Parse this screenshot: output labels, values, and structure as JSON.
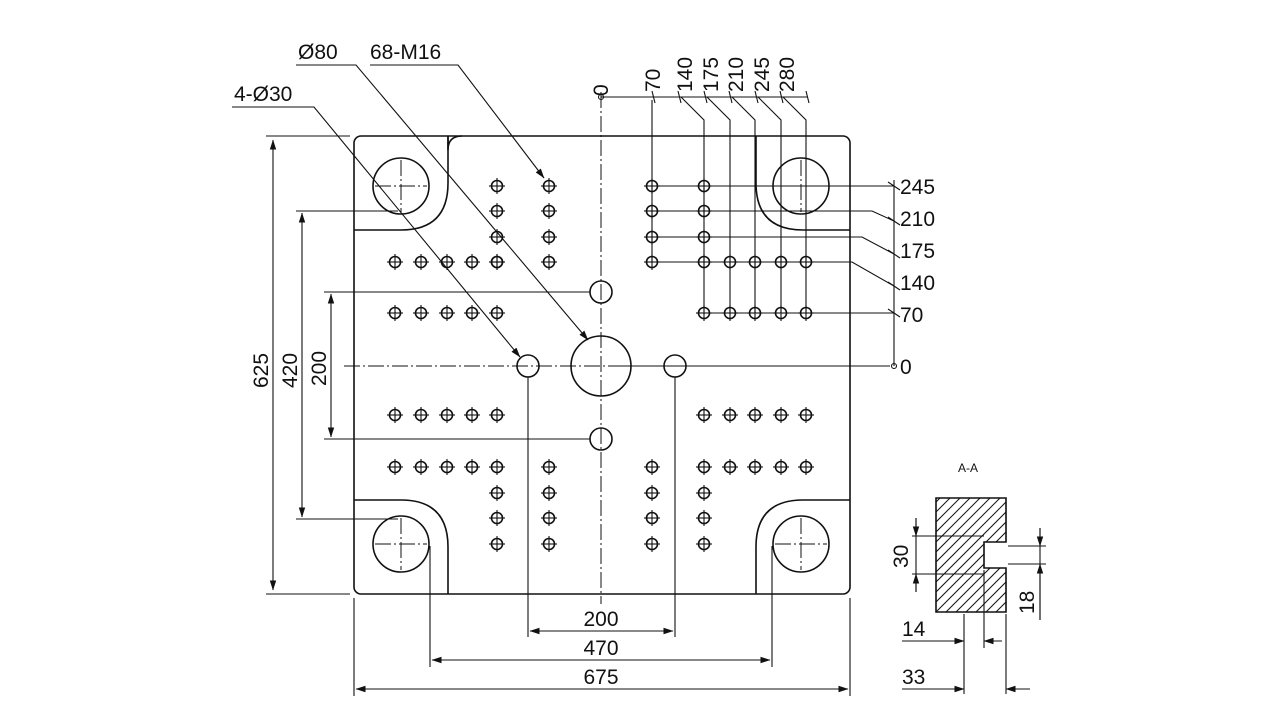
{
  "callouts": {
    "center_bore": "Ø80",
    "tapped_holes": "68-M16",
    "tie_bar_holes": "4-Ø30"
  },
  "top_dimensions": [
    "0",
    "70",
    "140",
    "175",
    "210",
    "245",
    "280"
  ],
  "right_dimensions": [
    "245",
    "210",
    "175",
    "140",
    "70",
    "0"
  ],
  "left_dimensions": {
    "overall_height": "625",
    "tie_bar_pitch_v": "420",
    "ejector_pitch_v": "200"
  },
  "bottom_dimensions": {
    "ejector_pitch_h": "200",
    "tie_bar_pitch_h": "470",
    "overall_width": "675"
  },
  "section": {
    "title": "A-A",
    "slot_height": "30",
    "slot_depth": "18",
    "slot_width": "14",
    "total_width": "33"
  }
}
